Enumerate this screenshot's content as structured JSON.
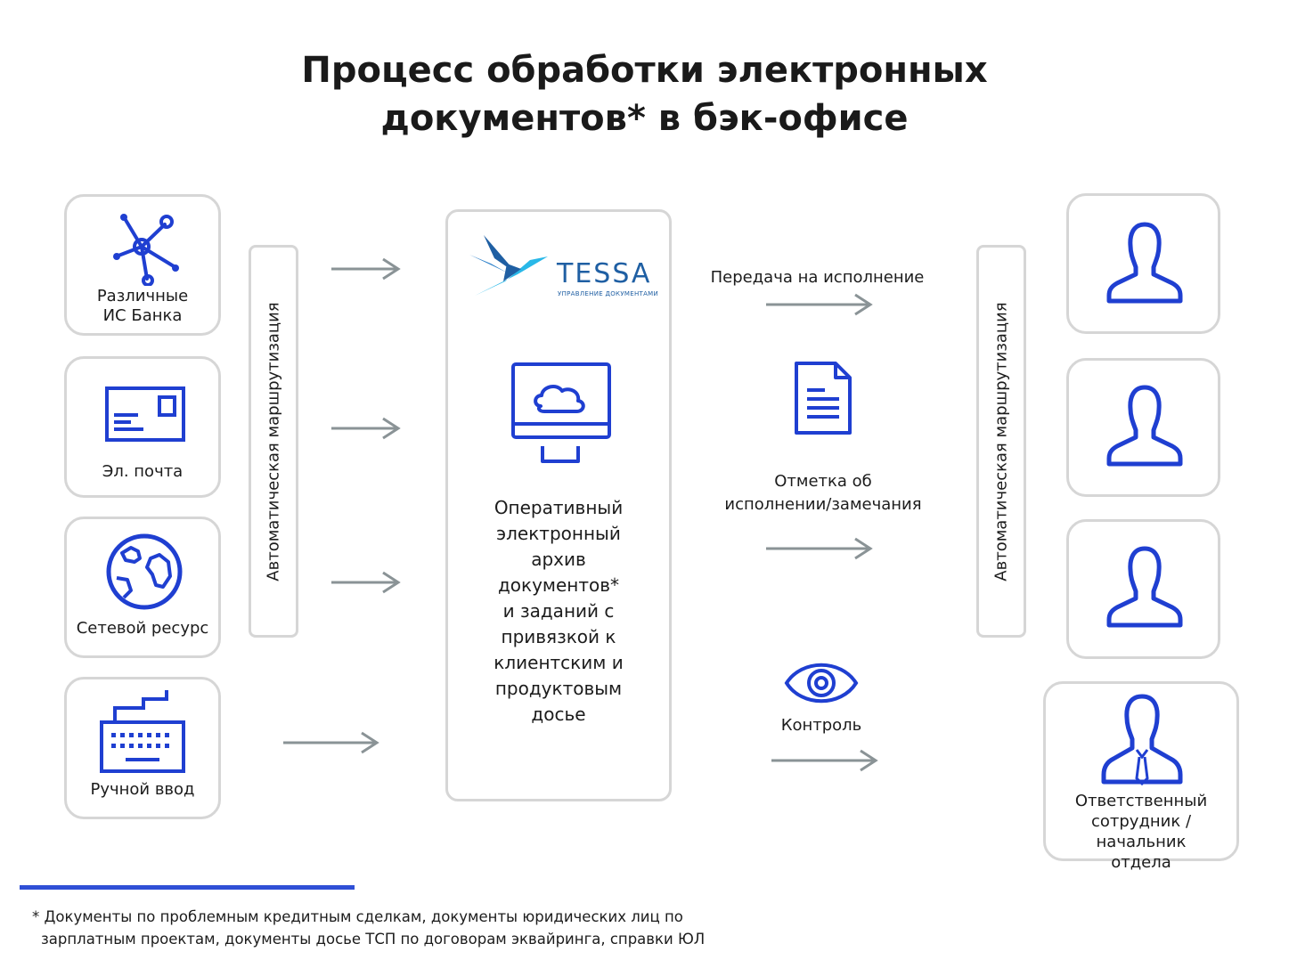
{
  "title": {
    "line1": "Процесс обработки электронных",
    "line2": "документов* в бэк-офисе"
  },
  "sources": [
    {
      "label_line1": "Различные",
      "label_line2": "ИС Банка",
      "icon": "network-nodes-icon"
    },
    {
      "label_line1": "Эл. почта",
      "icon": "envelope-icon"
    },
    {
      "label_line1": "Сетевой ресурс",
      "icon": "globe-icon"
    },
    {
      "label_line1": "Ручной ввод",
      "icon": "keyboard-icon"
    }
  ],
  "routing_left": "Автоматическая маршрутизация",
  "routing_right": "Автоматическая маршрутизация",
  "center": {
    "logo_text": "TESSA",
    "logo_subtext": "УПРАВЛЕНИЕ ДОКУМЕНТАМИ",
    "lines": [
      "Оперативный",
      "электронный",
      "архив",
      "документов*",
      "и заданий с",
      "привязкой к",
      "клиентским и",
      "продуктовым",
      "досье"
    ]
  },
  "flows": {
    "transfer": "Передача на исполнение",
    "mark_line1": "Отметка об",
    "mark_line2": "исполнении/замечания",
    "control": "Контроль"
  },
  "manager": {
    "line1": "Ответственный",
    "line2": "сотрудник / начальник",
    "line3": "отдела"
  },
  "footnote": {
    "line1": "* Документы по проблемным кредитным сделкам, документы юридических лиц по",
    "line2": "зарплатным проектам, документы досье ТСП по договорам эквайринга, справки ЮЛ"
  },
  "colors": {
    "icon_blue": "#1f3fd1",
    "arrow_gray": "#8a9396",
    "border_gray": "#d6d6d6",
    "logo_dark": "#1f5fa3",
    "logo_light": "#29b8e8",
    "accent_line": "#2f4fd6"
  }
}
